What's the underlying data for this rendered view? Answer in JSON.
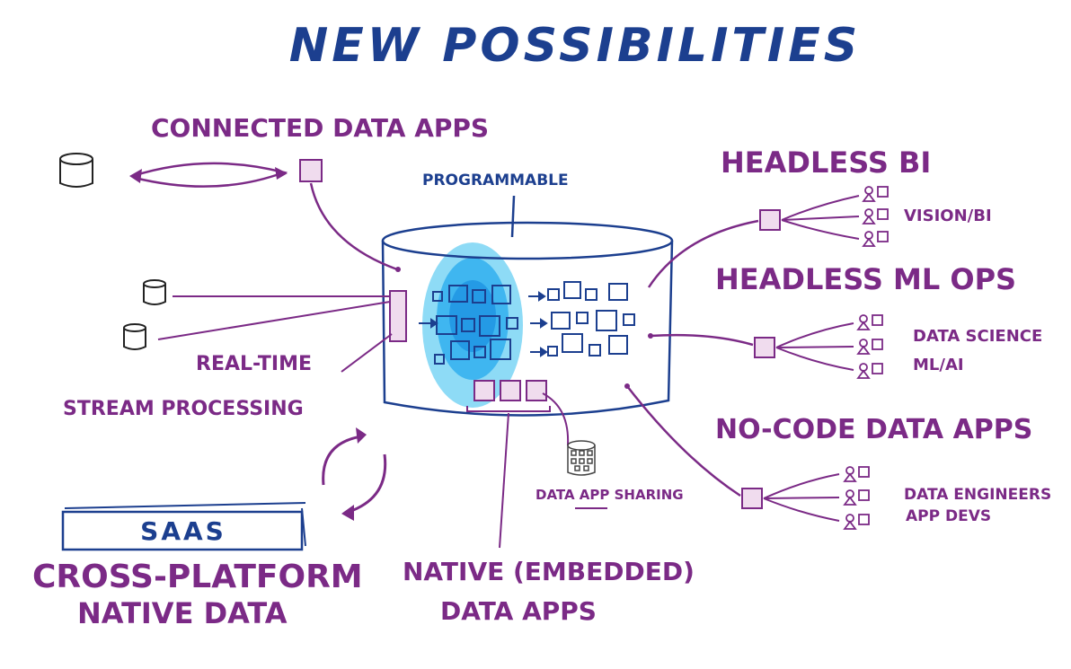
{
  "title": "NEW POSSIBILITIES",
  "colors": {
    "purple": "#7b2a86",
    "navy": "#1c3f8f",
    "ink": "#222222",
    "box_fill": "#f0dcee",
    "glow_outer": "#7fd6f5",
    "glow_inner": "#3fb6f0",
    "glow_core": "#1a8ee0"
  },
  "labels": {
    "connected_data_apps": "CONNECTED DATA APPS",
    "programmable": "PROGRAMMABLE",
    "headless_bi": "HEADLESS BI",
    "vision_bi": "VISION/BI",
    "headless_ml_ops": "HEADLESS ML OPS",
    "data_science": "DATA SCIENCE",
    "ml_ai": "ML/AI",
    "no_code_data_apps": "NO-CODE DATA APPS",
    "data_engineers": "DATA ENGINEERS",
    "app_devs": "APP DEVS",
    "real_time": "REAL-TIME",
    "stream_processing": "STREAM PROCESSING",
    "saas": "SAAS",
    "cross_platform_line1": "CROSS-PLATFORM",
    "cross_platform_line2": "NATIVE DATA",
    "native_line1": "NATIVE (EMBEDDED)",
    "native_line2": "DATA APPS",
    "data_app_sharing": "DATA APP SHARING"
  },
  "icons": {
    "database": "database-cylinder-icon",
    "app": "app-box-icon",
    "user": "user-icon",
    "cycle": "cycle-arrows-icon"
  }
}
